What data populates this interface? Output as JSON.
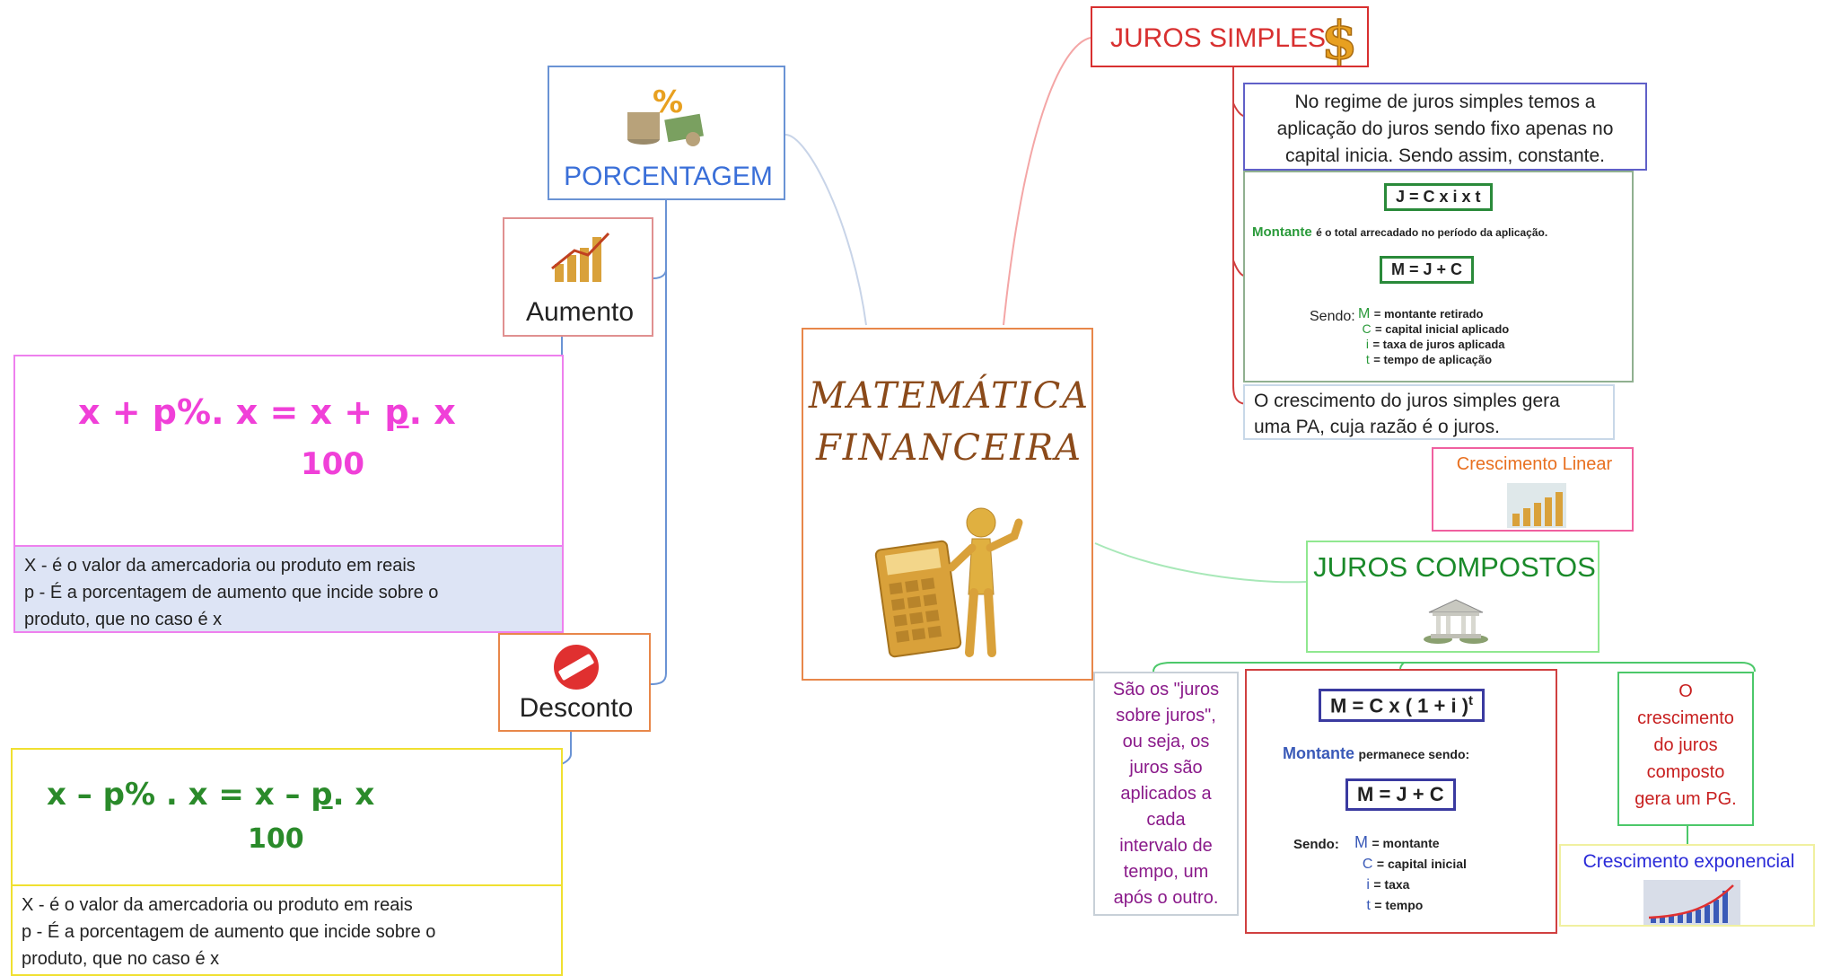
{
  "center": {
    "title_line1": "MATEMÁTICA",
    "title_line2": "FINANCEIRA"
  },
  "porcentagem": {
    "title": "PORCENTAGEM",
    "aumento": {
      "label": "Aumento",
      "formula_left": "x + p%. x = x + ",
      "formula_p": "p",
      "formula_right": ". x",
      "denominator": "100",
      "note": [
        "X - é o valor da amercadoria ou produto em reais",
        "p - É a porcentagem de aumento que incide sobre o",
        "produto, que no caso é x"
      ]
    },
    "desconto": {
      "label": "Desconto",
      "formula_left": "x – p% . x = x – ",
      "formula_p": "p",
      "formula_right": ". x",
      "denominator": "100",
      "note": [
        "X - é o valor da amercadoria ou produto em reais",
        "p - É a porcentagem de aumento que incide sobre o",
        "produto, que no caso é x"
      ]
    }
  },
  "juros_simples": {
    "title": "JUROS SIMPLES",
    "intro": [
      "No regime de juros simples temos a",
      "aplicação do juros sendo fixo apenas no",
      "capital inicia. Sendo assim, constante."
    ],
    "formula_j": "J = C x i x t",
    "montante_word": "Montante",
    "montante_desc": "é o total arrecadado no período da aplicação.",
    "formula_m": "M = J + C",
    "sendo": "Sendo:",
    "legend": [
      {
        "sym": "M",
        "desc": "= montante retirado"
      },
      {
        "sym": "C",
        "desc": "= capital inicial aplicado"
      },
      {
        "sym": "i",
        "desc": "= taxa de juros aplicada"
      },
      {
        "sym": "t",
        "desc": "= tempo de aplicação"
      }
    ],
    "growth_text": [
      "O crescimento do juros simples gera",
      "uma PA, cuja razão é o juros."
    ],
    "growth_label": "Crescimento Linear"
  },
  "juros_compostos": {
    "title": "JUROS COMPOSTOS",
    "left_text": [
      "São os \"juros",
      "sobre juros\",",
      "ou seja, os",
      "juros são",
      "aplicados a",
      "cada",
      "intervalo de",
      "tempo, um",
      "após o outro."
    ],
    "formula_m": "M = C x ( 1 + i )",
    "formula_exp": "t",
    "montante_word": "Montante",
    "montante_desc": "permanece sendo:",
    "formula_m2": "M = J + C",
    "sendo": "Sendo:",
    "legend": [
      {
        "sym": "M",
        "desc": "= montante"
      },
      {
        "sym": "C",
        "desc": "= capital inicial"
      },
      {
        "sym": "i",
        "desc": "= taxa"
      },
      {
        "sym": "t",
        "desc": "= tempo"
      }
    ],
    "right_text": [
      "O",
      "crescimento",
      "do juros",
      "composto",
      "gera um PG."
    ],
    "growth_label": "Crescimento exponencial"
  }
}
